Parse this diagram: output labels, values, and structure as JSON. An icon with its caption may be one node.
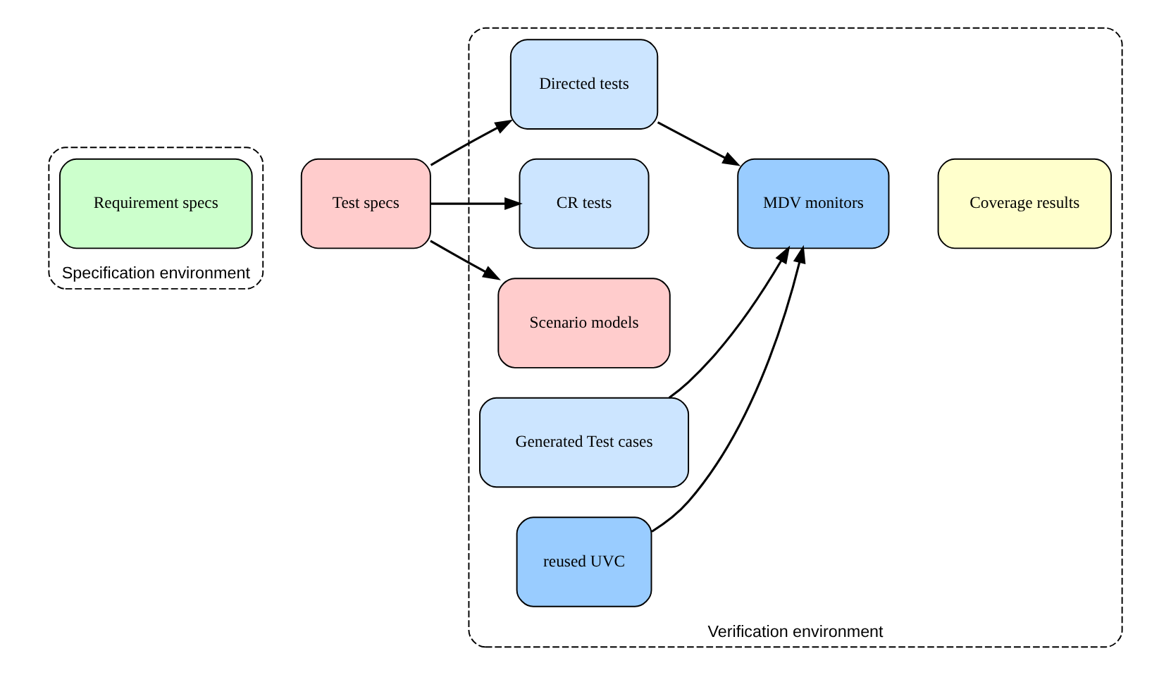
{
  "diagram": {
    "nodes": [
      {
        "text": [
          "Specification environment"
        ]
      },
      {
        "text": [
          "Verification environment"
        ]
      },
      {
        "text": [
          "Requirement specs"
        ],
        "in": 0
      },
      {
        "text": [
          "Test specs"
        ]
      },
      {
        "text": [
          "Directed tests"
        ],
        "in": 1
      },
      {
        "text": [
          "CR tests"
        ],
        "in": 1
      },
      {
        "text": [
          "MDV monitors"
        ],
        "in": 1
      },
      {
        "text": [
          "Coverage results"
        ],
        "in": 1
      },
      {
        "text": [
          "Scenario models"
        ],
        "in": 1
      },
      {
        "text": [
          "Generated Test cases"
        ],
        "in": 1
      },
      {
        "text": [
          "reused UVC"
        ],
        "in": 1
      }
    ],
    "edges": [
      {
        "from": 3,
        "to": 4,
        "arrow": "to"
      },
      {
        "from": 3,
        "to": 5,
        "arrow": "to"
      },
      {
        "from": 3,
        "to": 8,
        "arrow": "to"
      },
      {
        "from": 4,
        "to": 6,
        "arrow": "to"
      },
      {
        "from": 9,
        "to": 6,
        "arrow": "to"
      },
      {
        "from": 10,
        "to": 6,
        "arrow": "to"
      }
    ]
  }
}
